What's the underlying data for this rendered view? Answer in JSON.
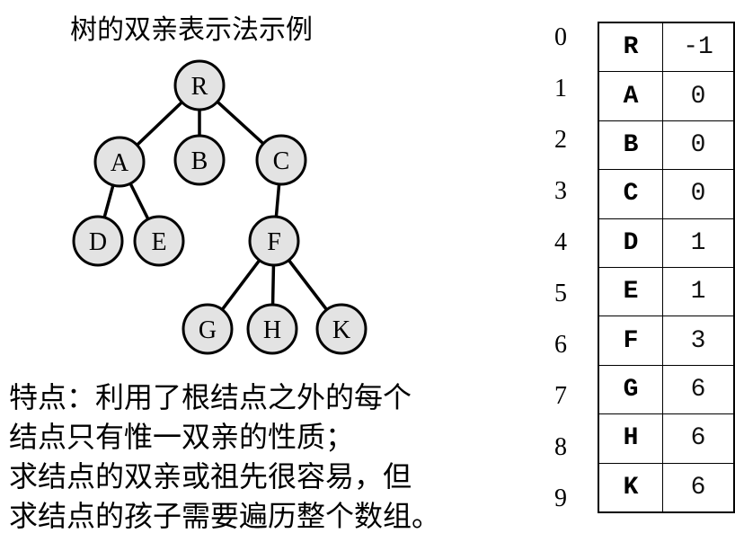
{
  "title": "树的双亲表示法示例",
  "tree": {
    "nodes": [
      "R",
      "A",
      "B",
      "C",
      "D",
      "E",
      "F",
      "G",
      "H",
      "K"
    ],
    "edges": [
      [
        "R",
        "A"
      ],
      [
        "R",
        "B"
      ],
      [
        "R",
        "C"
      ],
      [
        "A",
        "D"
      ],
      [
        "A",
        "E"
      ],
      [
        "C",
        "F"
      ],
      [
        "F",
        "G"
      ],
      [
        "F",
        "H"
      ],
      [
        "F",
        "K"
      ]
    ]
  },
  "description": [
    "特点：利用了根结点之外的每个",
    "结点只有惟一双亲的性质；",
    "求结点的双亲或祖先很容易，但",
    "求结点的孩子需要遍历整个数组。"
  ],
  "table": {
    "indices": [
      "0",
      "1",
      "2",
      "3",
      "4",
      "5",
      "6",
      "7",
      "8",
      "9"
    ],
    "rows": [
      {
        "name": "R",
        "parent": "-1"
      },
      {
        "name": "A",
        "parent": "0"
      },
      {
        "name": "B",
        "parent": "0"
      },
      {
        "name": "C",
        "parent": "0"
      },
      {
        "name": "D",
        "parent": "1"
      },
      {
        "name": "E",
        "parent": "1"
      },
      {
        "name": "F",
        "parent": "3"
      },
      {
        "name": "G",
        "parent": "6"
      },
      {
        "name": "H",
        "parent": "6"
      },
      {
        "name": "K",
        "parent": "6"
      }
    ]
  }
}
